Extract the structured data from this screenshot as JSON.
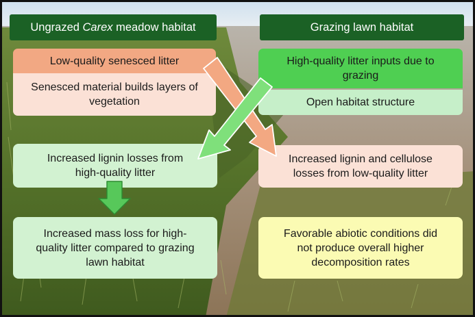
{
  "header_left": {
    "prefix": "Ungrazed ",
    "italic": "Carex",
    "suffix": " meadow habitat"
  },
  "header_right": "Grazing lawn habitat",
  "left_top": "Low-quality senesced litter",
  "left_top_detail": "Senesced material builds layers of vegetation",
  "right_top": "High-quality litter inputs due to grazing",
  "right_top_detail": "Open habitat structure",
  "middle_left": "Increased lignin losses from high-quality litter",
  "middle_right": "Increased lignin and cellulose losses from low-quality litter",
  "bottom_left": "Increased mass loss for high-quality litter compared to grazing lawn habitat",
  "bottom_right": "Favorable abiotic conditions did not produce overall higher decomposition rates",
  "colors": {
    "header_green": "#1b6125",
    "salmon": "#f2a883",
    "peach": "#fbe1d6",
    "bright_green": "#4fcf52",
    "mint": "#c6efc9",
    "light_green": "#d2f2d1",
    "light_yellow": "#fbfbb3"
  }
}
